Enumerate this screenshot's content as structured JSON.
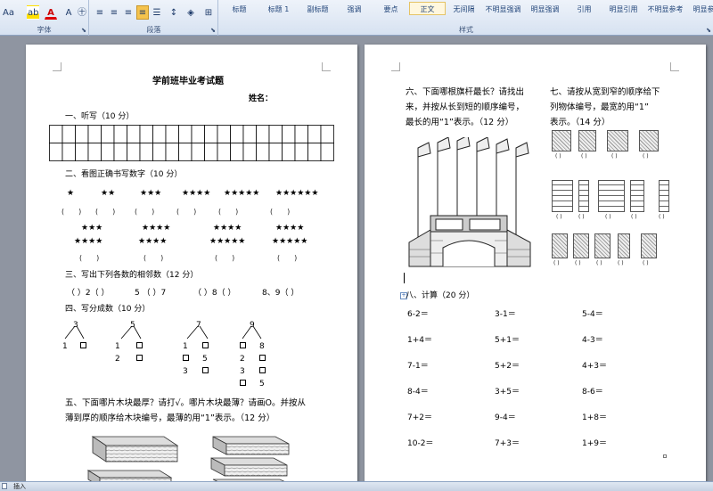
{
  "ribbon": {
    "font_group_label": "字体",
    "para_group_label": "段落",
    "style_group_label": "样式",
    "font_aa_label": "Aa",
    "styles": [
      "标题",
      "标题 1",
      "副标题",
      "强调",
      "要点",
      "正文",
      "无间隔",
      "不明显强调",
      "明显强调",
      "引用",
      "明显引用",
      "不明显参考",
      "明显参考"
    ],
    "active_style": "正文"
  },
  "status": {
    "insert_mode": "插入"
  },
  "page1": {
    "title": "学前班毕业考试题",
    "name_label": "姓名：",
    "q1": "一、听写（10 分）",
    "q2": "二、看图正确书写数字（10 分）",
    "q2_row1": [
      "★",
      "★★",
      "★★★",
      "★★★★",
      "★★★★★",
      "★★★★★★"
    ],
    "q2_row2_top": [
      "★★★",
      "★★★★",
      "★★★★",
      "★★★★"
    ],
    "q2_row2_bottom": [
      "★★★★",
      "★★★★",
      "★★★★★",
      "★★★★★"
    ],
    "paren": "(　　)",
    "q3": "三、写出下列各数的相邻数（12 分）",
    "q3_items": [
      "（ ）2（ ）",
      "5 （ ）7",
      "（ ）8（ ）",
      "8、9（ ）"
    ],
    "q4": "四、写分成数（10 分）",
    "q4_tops": [
      "3",
      "5",
      "7",
      "9"
    ],
    "q4_left1": "1",
    "q4_left2": "1",
    "q4_left2b": "2",
    "q4_left3a": "1",
    "q4_left3b": "5",
    "q4_left3c": "3",
    "q4_left4a": "8",
    "q4_left4b": "2",
    "q4_left4c": "3",
    "q4_left4d": "5",
    "q5_line1": "五、下面哪片木块最厚？请打√。哪片木块最薄？请画O。并按从",
    "q5_line2": "薄到厚的顺序给木块编号，最薄的用“1”表示。（12 分）"
  },
  "page2": {
    "q6_line1": "六、下面哪根旗杆最长？请找出",
    "q6_line2": "来，并按从长到短的顺序编号，",
    "q6_line3": "最长的用“1”表示。（12 分）",
    "q7_line1": "七、请按从宽到窄的顺序给下",
    "q7_line2": "列物体编号，最宽的用“1”",
    "q7_line3": "表示。（14 分）",
    "q8": "八、计算（20 分）",
    "calc": [
      [
        "6-2＝",
        "3-1＝",
        "5-4＝"
      ],
      [
        "1+4＝",
        "5+1＝",
        "4-3＝"
      ],
      [
        "7-1＝",
        "5+2＝",
        "4+3＝"
      ],
      [
        "8-4＝",
        "3+5＝",
        "8-6＝"
      ],
      [
        "7+2＝",
        "9-4＝",
        "1+8＝"
      ],
      [
        "10-2＝",
        "7+3＝",
        "1+9＝"
      ]
    ],
    "paren": "( )"
  }
}
